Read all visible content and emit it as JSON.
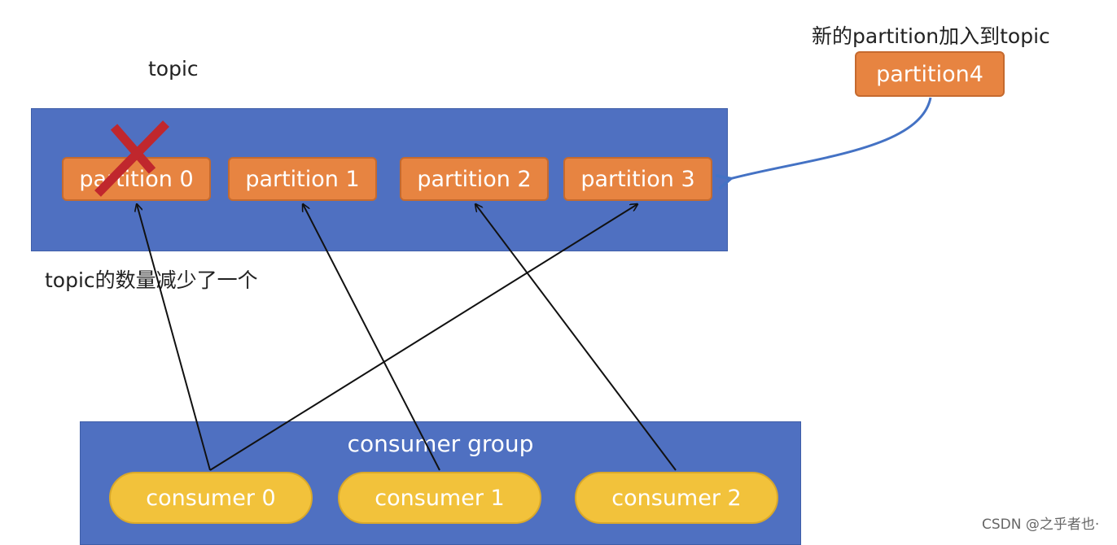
{
  "topic": {
    "label": "topic",
    "partitions": [
      "partition 0",
      "partition 1",
      "partition 2",
      "partition 3"
    ],
    "removed_partition_note": "topic的数量减少了一个"
  },
  "new_partition": {
    "note": "新的partition加入到topic",
    "label": "partition4"
  },
  "consumer_group": {
    "title": "consumer group",
    "consumers": [
      "consumer 0",
      "consumer 1",
      "consumer 2"
    ]
  },
  "watermark": "CSDN @之乎者也·",
  "colors": {
    "panel_blue": "#4f70c1",
    "partition_orange": "#e78441",
    "consumer_yellow": "#f2c23b",
    "removed_mark_red": "#c0272d",
    "new_arrow_blue": "#4472c4",
    "assignment_arrow": "#111111"
  }
}
